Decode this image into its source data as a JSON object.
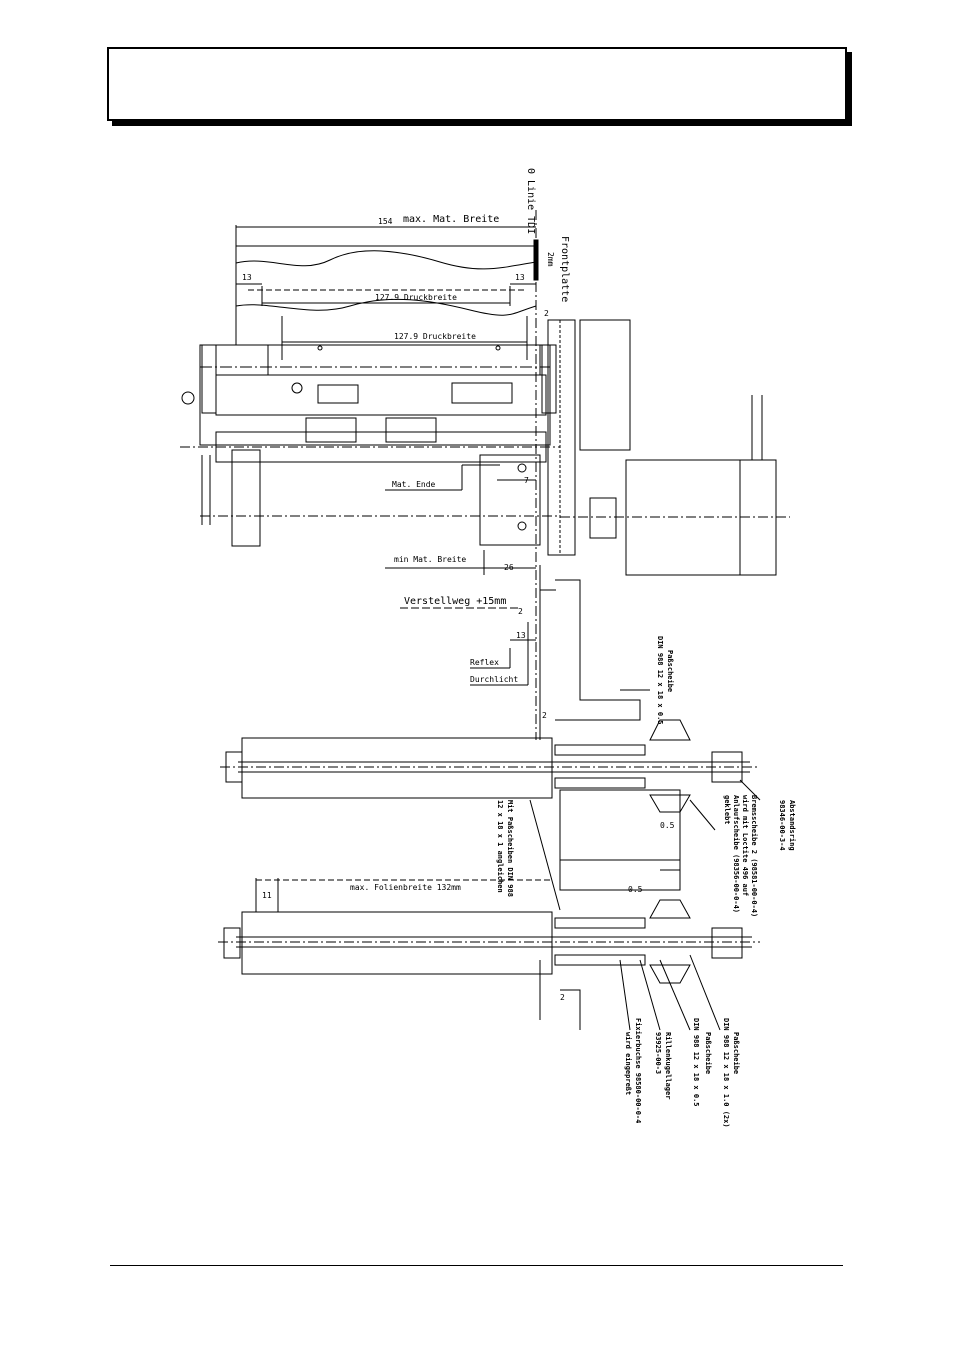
{
  "labels": {
    "zero_line": "0 Linie TDI",
    "frontplatte": "Frontplatte",
    "two_mm": "2mm",
    "dim_154": "154",
    "max_mat_breite": "max. Mat. Breite",
    "dim_13_left": "13",
    "dim_13_right": "13",
    "druckbreite_1": "127.9 Druckbreite",
    "druckbreite_2": "127.9 Druckbreite",
    "dim_2_top": "2",
    "mat_ende": "Mat. Ende",
    "dim_7": "7",
    "min_mat_breite": "min Mat. Breite",
    "dim_26": "26",
    "verstellweg": "Verstellweg +15mm",
    "dim_2_mid": "2",
    "dim_13_mid": "13",
    "reflex": "Reflex",
    "durchlicht": "Durchlicht",
    "dim_2_low": "2",
    "passcheibe_top": "Paßscheibe",
    "passcheibe_top_spec": "DIN 988 12 x 18 x 0.5",
    "mit_passcheiben": "Mit Paßscheiben DIN 988",
    "mit_passcheiben_2": "12 x 18 x 1 angleichen",
    "dim_0_5_a": "0.5",
    "dim_0_5_b": "0.5",
    "dim_11": "11",
    "max_folienbreite": "max. Folienbreite 132mm",
    "abstandsring": "Abstandsring",
    "abstandsring_pn": "98346-00-3-4",
    "bremsscheibe_1": "Bremsscheibe 2 (98581-00-0-4)",
    "bremsscheibe_2": "wird mit Loctite 496 auf",
    "bremsscheibe_3": "Anlaufscheibe (98356-00-0-4)",
    "bremsscheibe_4": "geklebt",
    "passcheibe_r": "Paßscheibe",
    "passcheibe_r_spec": "DIN 988 12 x 18 x 1.0 (2x)",
    "passcheibe_m": "Paßscheibe",
    "passcheibe_m_spec": "DIN 988 12 x 18 x 0.5",
    "rillenkugellager": "Rillenkugellager",
    "rillenkugellager_pn": "93925-00-3",
    "fixierbuchse": "Fixierbuchse 98580-00-0-4",
    "fixierbuchse_2": "wird eingepreßt",
    "dim_2_bottom": "2"
  }
}
